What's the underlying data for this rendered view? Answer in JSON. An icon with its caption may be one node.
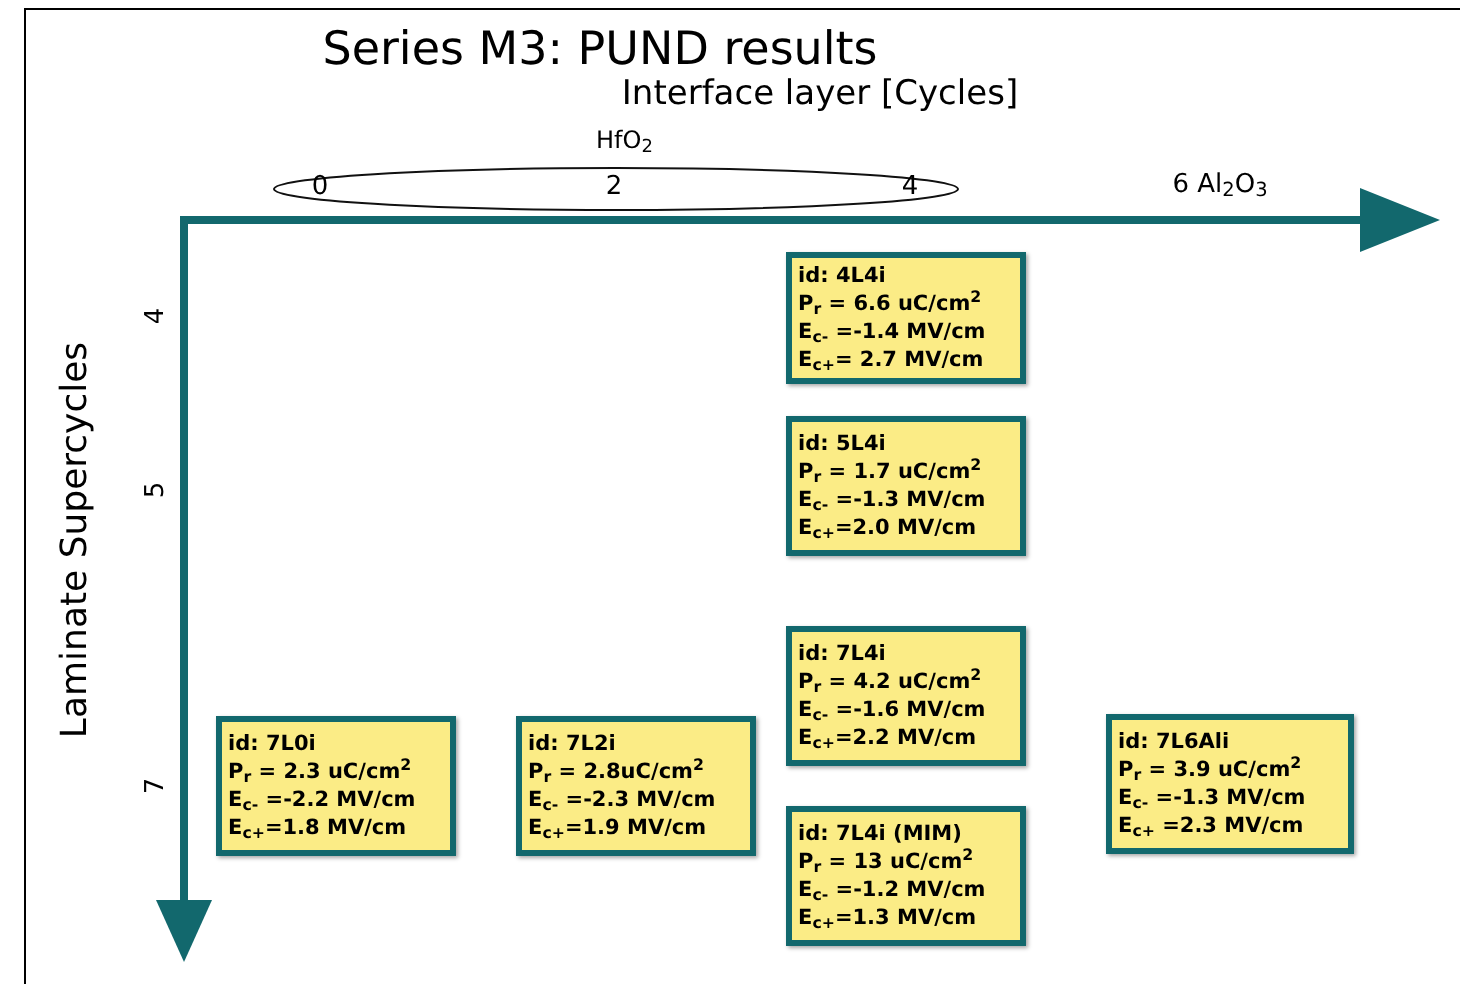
{
  "diagram": {
    "title": "Series M3: PUND results",
    "nodes": [
      {
        "text": [
          "0",
          "2",
          "4"
        ],
        "beside": [
          "HfO$_{2}$"
        ]
      },
      {
        "text": [
          "id: 4L4i",
          "P$_{r}$ = 6.6 uC/cm$^{2}$",
          "E$_{c-}$ =-1.4 MV/cm",
          "E$_{c+}$= 2.7 MV/cm"
        ]
      },
      {
        "text": [
          "id: 5L4i",
          "P$_{r}$ = 1.7 uC/cm$^{2}$",
          "E$_{c-}$ =-1.3 MV/cm",
          "E$_{c+}$=2.0 MV/cm"
        ]
      },
      {
        "text": [
          "id: 7L4i",
          "P$_{r}$ = 4.2 uC/cm$^{2}$",
          "E$_{c-}$ =-1.6 MV/cm",
          "E$_{c+}$=2.2 MV/cm"
        ]
      },
      {
        "text": [
          "id: 7L0i",
          "P$_{r}$ = 2.3 uC/cm$^{2}$",
          "E$_{c-}$ =-2.2 MV/cm",
          "E$_{c+}$=1.8 MV/cm"
        ]
      },
      {
        "text": [
          "id: 7L2i",
          "P$_{r}$ = 2.8uC/cm$^{2}$",
          "E$_{c-}$ =-2.3 MV/cm",
          "E$_{c+}$=1.9 MV/cm"
        ]
      },
      {
        "text": [
          "id: 7L6Ali",
          "P$_{r}$ = 3.9 uC/cm$^{2}$",
          "E$_{c-}$ =-1.3 MV/cm",
          "E$_{c+}$ =2.3 MV/cm"
        ]
      },
      {
        "text": [
          "id: 7L4i (MIM)",
          "P$_{r}$ = 13 uC/cm$^{2}$",
          "E$_{c-}$ =-1.2 MV/cm",
          "E$_{c+}$=1.3 MV/cm"
        ]
      }
    ],
    "edges": [],
    "labels": [
      "Interface layer [Cycles]",
      "6 Al$_{2}$O$_{3}$",
      "Laminate Supercycles",
      "4",
      "5",
      "7"
    ]
  }
}
